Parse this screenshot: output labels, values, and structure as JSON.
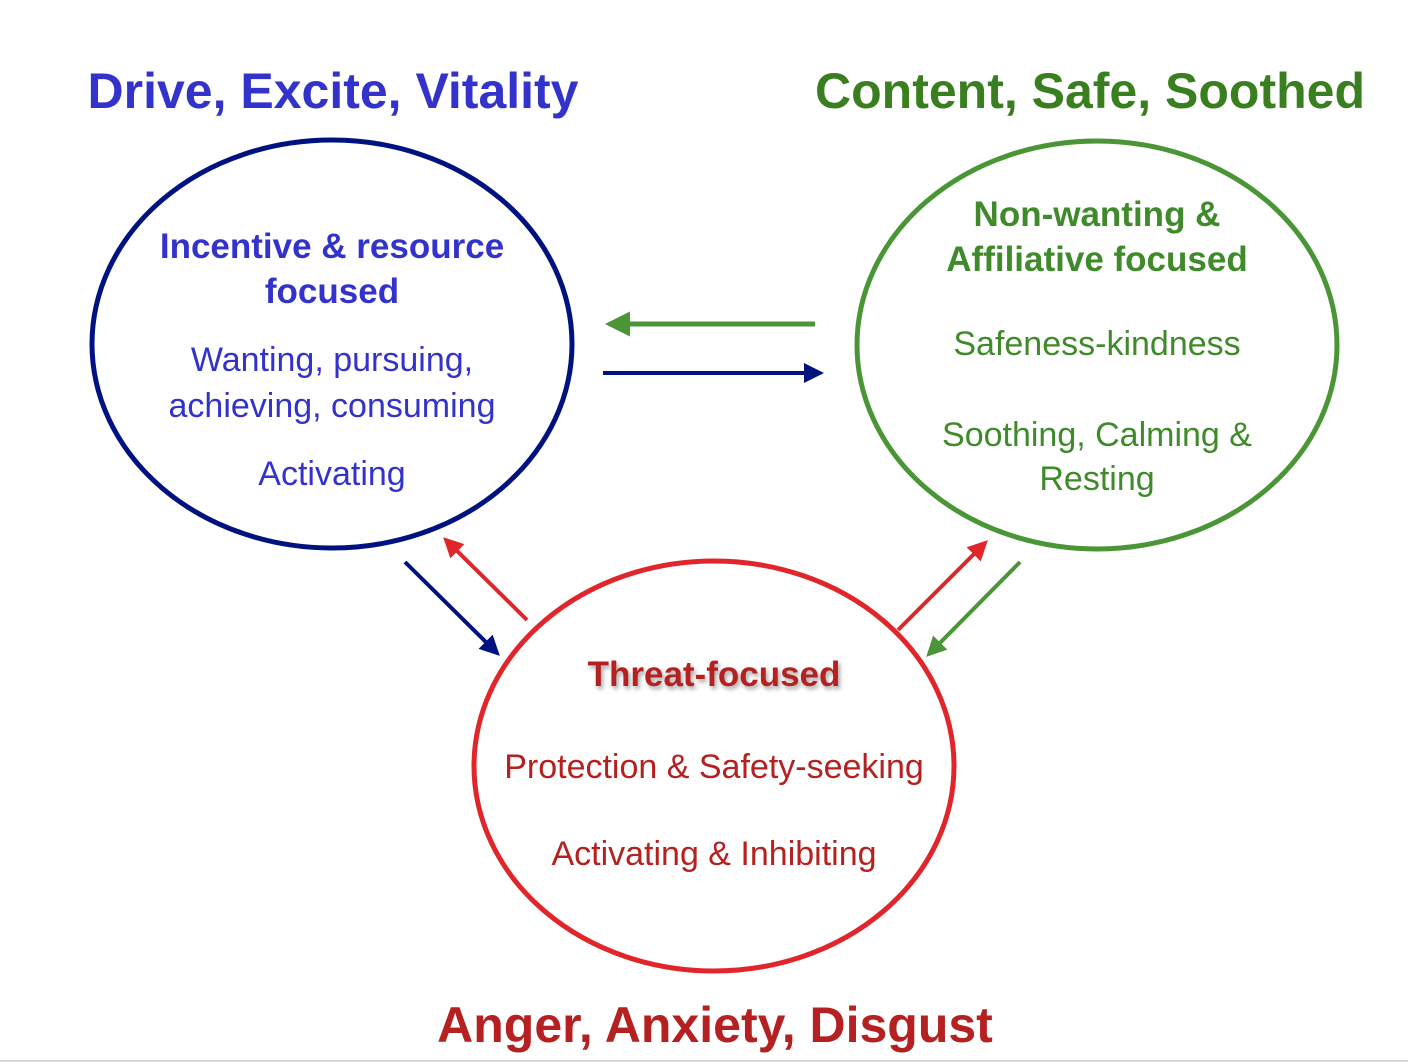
{
  "colors": {
    "drive": "#00127f",
    "drive_text": "#3333cc",
    "soothe": "#4a9636",
    "soothe_title": "#3a7f1f",
    "threat": "#e0262a",
    "threat_text": "#b52020"
  },
  "drive": {
    "title": "Drive, Excite, Vitality",
    "heading_line1": "Incentive & resource",
    "heading_line2": "focused",
    "text_line1": "Wanting, pursuing,",
    "text_line2": "achieving, consuming",
    "text_line3": "Activating"
  },
  "soothe": {
    "title": "Content, Safe, Soothed",
    "heading_line1": "Non-wanting &",
    "heading_line2": "Affiliative focused",
    "text_line1": "Safeness-kindness",
    "text_line2": "Soothing, Calming &",
    "text_line3": "Resting"
  },
  "threat": {
    "title": "Anger, Anxiety, Disgust",
    "heading": "Threat-focused",
    "text_line1": "Protection & Safety-seeking",
    "text_line2": "Activating & Inhibiting"
  }
}
